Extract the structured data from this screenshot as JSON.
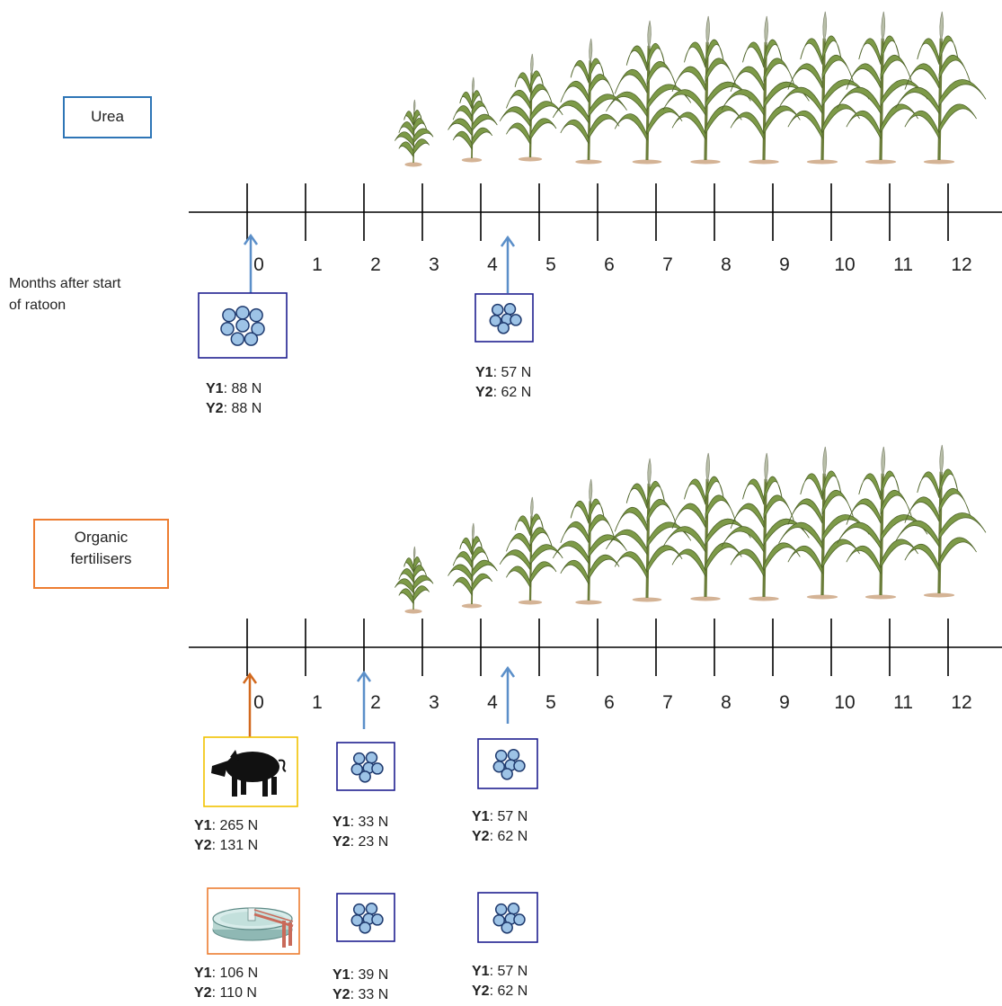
{
  "groups": {
    "urea": {
      "label": "Urea"
    },
    "organic": {
      "label": "Organic fertilisers"
    }
  },
  "axis": {
    "label": "Months after start of ratoon",
    "ticks": [
      "0",
      "1",
      "2",
      "3",
      "4",
      "5",
      "6",
      "7",
      "8",
      "9",
      "10",
      "11",
      "12"
    ]
  },
  "urea_applications": [
    {
      "month": 0,
      "y1_label": "Y1",
      "y1_value": ": 88 N",
      "y2_label": "Y2",
      "y2_value": ": 88 N"
    },
    {
      "month": 4,
      "y1_label": "Y1",
      "y1_value": ": 57 N",
      "y2_label": "Y2",
      "y2_value": ": 62 N"
    }
  ],
  "organic_applications": [
    {
      "month": 0,
      "y1_label": "Y1",
      "y1_value": ": 265 N",
      "y2_label": "Y2",
      "y2_value": ": 131 N"
    },
    {
      "month": 2,
      "y1_label": "Y1",
      "y1_value": ": 33 N",
      "y2_label": "Y2",
      "y2_value": ": 23 N"
    },
    {
      "month": 4,
      "y1_label": "Y1",
      "y1_value": ": 57 N",
      "y2_label": "Y2",
      "y2_value": ": 62 N"
    },
    {
      "month": 0,
      "y1_label": "Y1",
      "y1_value": ": 106 N",
      "y2_label": "Y2",
      "y2_value": ": 110 N"
    },
    {
      "month": 2,
      "y1_label": "Y1",
      "y1_value": ": 39 N",
      "y2_label": "Y2",
      "y2_value": ": 33 N"
    },
    {
      "month": 4,
      "y1_label": "Y1",
      "y1_value": ": 57 N",
      "y2_label": "Y2",
      "y2_value": ": 62 N"
    }
  ],
  "icons": {
    "pellets": "urea-pellets-icon",
    "pig": "pig-manure-icon",
    "sludge": "sewage-sludge-tank-icon",
    "plant": "sugarcane-plant-icon"
  },
  "colors": {
    "urea_box": "#2e75b6",
    "organic_box": "#ed7d31",
    "arrow_blue": "#5b8fc9",
    "arrow_orange": "#d2691e",
    "pellet_box": "#1f1f8f",
    "pig_box": "#f2c200",
    "pellet_fill": "#9dc3e6",
    "plant_green": "#6f8a3c"
  }
}
